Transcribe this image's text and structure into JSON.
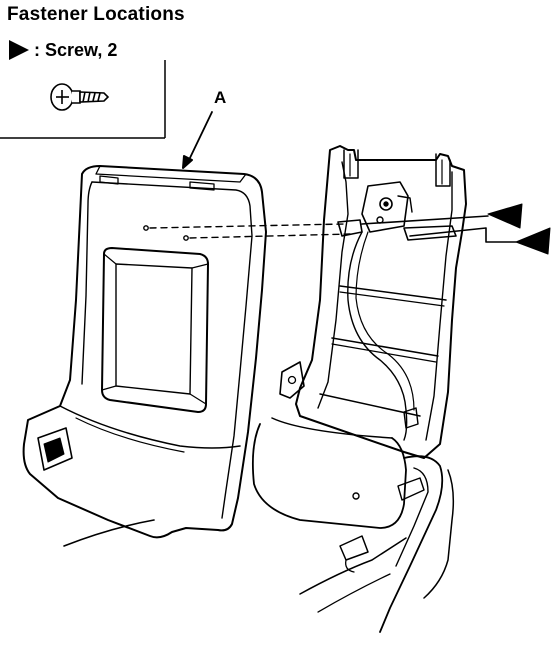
{
  "title": "Fastener Locations",
  "legend": {
    "marker_icon": "triangle-marker-icon",
    "label": ": Screw, 2"
  },
  "callouts": {
    "a": "A"
  }
}
